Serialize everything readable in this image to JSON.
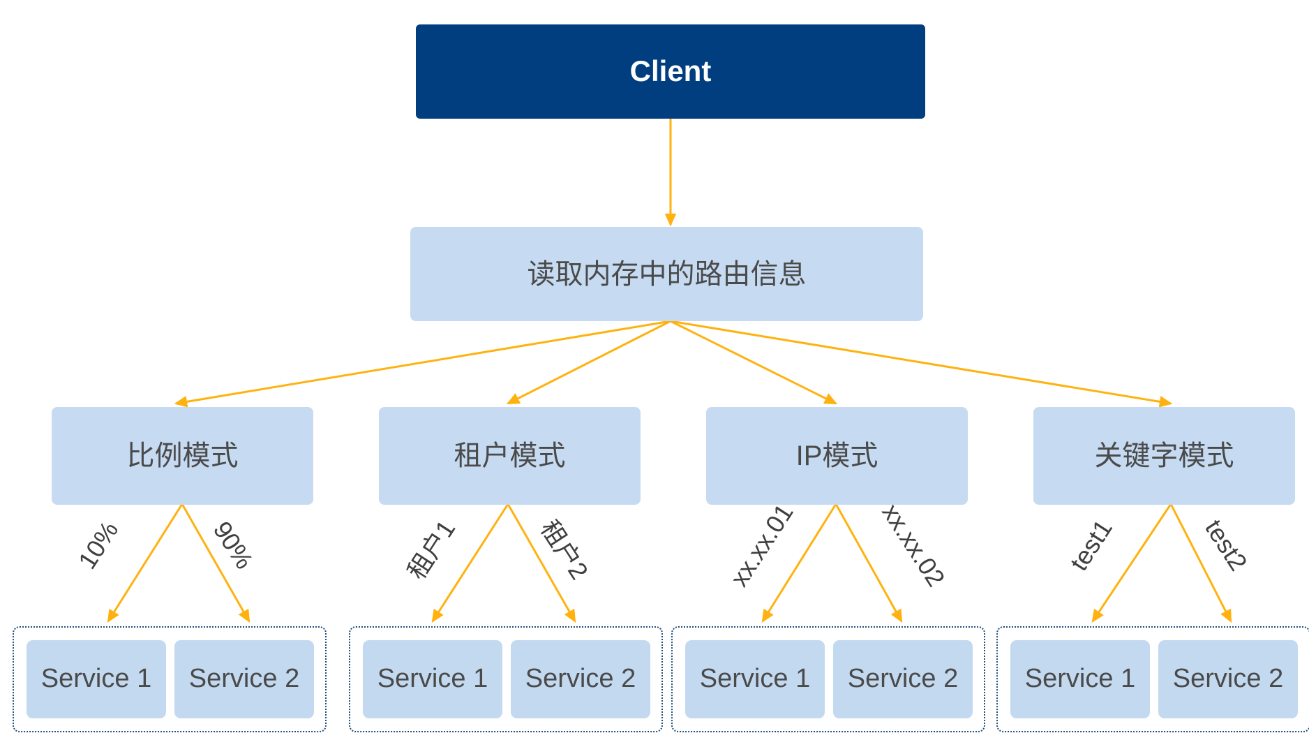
{
  "diagram": {
    "title_node": {
      "label": "Client"
    },
    "router_node": {
      "label": "读取内存中的路由信息"
    },
    "modes": [
      {
        "label": "比例模式",
        "edge_labels": [
          "10%",
          "90%"
        ]
      },
      {
        "label": "租户模式",
        "edge_labels": [
          "租户1",
          "租户2"
        ]
      },
      {
        "label": "IP模式",
        "edge_labels": [
          "xx.xx.01",
          "xx.xx.02"
        ]
      },
      {
        "label": "关键字模式",
        "edge_labels": [
          "test1",
          "test2"
        ]
      }
    ],
    "service_groups": [
      {
        "services": [
          "Service 1",
          "Service 2"
        ]
      },
      {
        "services": [
          "Service 1",
          "Service 2"
        ]
      },
      {
        "services": [
          "Service 1",
          "Service 2"
        ]
      },
      {
        "services": [
          "Service 1",
          "Service 2"
        ]
      }
    ],
    "colors": {
      "client_fill": "#003E80",
      "client_text": "#FFFFFF",
      "box_fill": "#C6DBF2",
      "box_text": "#4A4A4A",
      "service_fill": "#C3D9F0",
      "arrow": "#FFB20F",
      "group_border": "#1F4E79",
      "background": "#FFFFFF"
    }
  }
}
